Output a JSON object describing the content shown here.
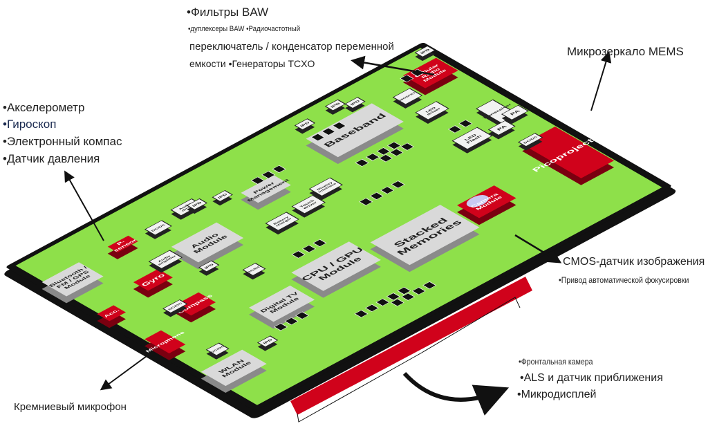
{
  "annotations": {
    "baw_title": "•Фильтры BAW",
    "baw_line1": "•дуплексеры BAW •Радиочастотный",
    "baw_line2": "переключатель / конденсатор переменной",
    "baw_line3": "емкости •Генераторы TCXO",
    "mems_mirror": "Микрозеркало MEMS",
    "sensors": [
      "•Акселерометр",
      "•Гироскоп",
      "•Электронный компас",
      "•Датчик давления"
    ],
    "cmos": "CMOS-датчик изображения",
    "autofocus": "•Привод автоматической фокусировки",
    "front_camera": "•Фронтальная камера",
    "als": "•ALS и датчик приближения",
    "microdisplay": "•Микродисплей",
    "microphone": "Кремниевый микрофон"
  },
  "colors": {
    "board": "#8ee04a",
    "red": "#d0021b",
    "gray": "#d9d9d9",
    "black": "#111111"
  },
  "components": [
    {
      "label": "Baseband",
      "kind": "gray"
    },
    {
      "label": "Stacked\nMemories",
      "kind": "gray"
    },
    {
      "label": "CPU / GPU\nModule",
      "kind": "gray"
    },
    {
      "label": "Picoprojector",
      "kind": "red"
    },
    {
      "label": "Camera\nModule",
      "kind": "red"
    },
    {
      "label": "Cellular\nRadio\nModule",
      "kind": "red"
    },
    {
      "label": "Audio\nModule",
      "kind": "gray"
    },
    {
      "label": "Bluetooth /\nFM / GPS\nModule",
      "kind": "gray"
    },
    {
      "label": "Gyro",
      "kind": "red"
    },
    {
      "label": "Compass",
      "kind": "red"
    },
    {
      "label": "Acc.",
      "kind": "red"
    },
    {
      "label": "Microphone",
      "kind": "red"
    },
    {
      "label": "P-\nsensor",
      "kind": "red"
    },
    {
      "label": "Digital TV\nModule",
      "kind": "gray"
    },
    {
      "label": "WLAN\nModule",
      "kind": "gray"
    },
    {
      "label": "Power\nManagement",
      "kind": "gray"
    },
    {
      "label": "Transceiver",
      "kind": "white"
    },
    {
      "label": "PA",
      "kind": "white"
    },
    {
      "label": "PA",
      "kind": "white"
    },
    {
      "label": "LED\nFlash",
      "kind": "white"
    },
    {
      "label": "MOSFET",
      "kind": "white"
    },
    {
      "label": "LED\ndriver",
      "kind": "white"
    },
    {
      "label": "Touch\ndriver",
      "kind": "white"
    },
    {
      "label": "Display\ninterface",
      "kind": "white"
    },
    {
      "label": "Battery\ncharger",
      "kind": "white"
    },
    {
      "label": "Audio\ndriver",
      "kind": "white"
    },
    {
      "label": "Audio\namplifier",
      "kind": "white"
    },
    {
      "label": "DC/DC",
      "kind": "white"
    },
    {
      "label": "DC/DC",
      "kind": "white"
    },
    {
      "label": "DC/DC",
      "kind": "white"
    },
    {
      "label": "DC/DC",
      "kind": "white"
    },
    {
      "label": "DC/DC",
      "kind": "white"
    },
    {
      "label": "IPD",
      "kind": "white"
    },
    {
      "label": "IPD",
      "kind": "white"
    },
    {
      "label": "IPD",
      "kind": "white"
    },
    {
      "label": "IPD",
      "kind": "white"
    },
    {
      "label": "IPD",
      "kind": "white"
    },
    {
      "label": "IPD",
      "kind": "white"
    },
    {
      "label": "IPD",
      "kind": "white"
    },
    {
      "label": "IPD",
      "kind": "white"
    }
  ]
}
